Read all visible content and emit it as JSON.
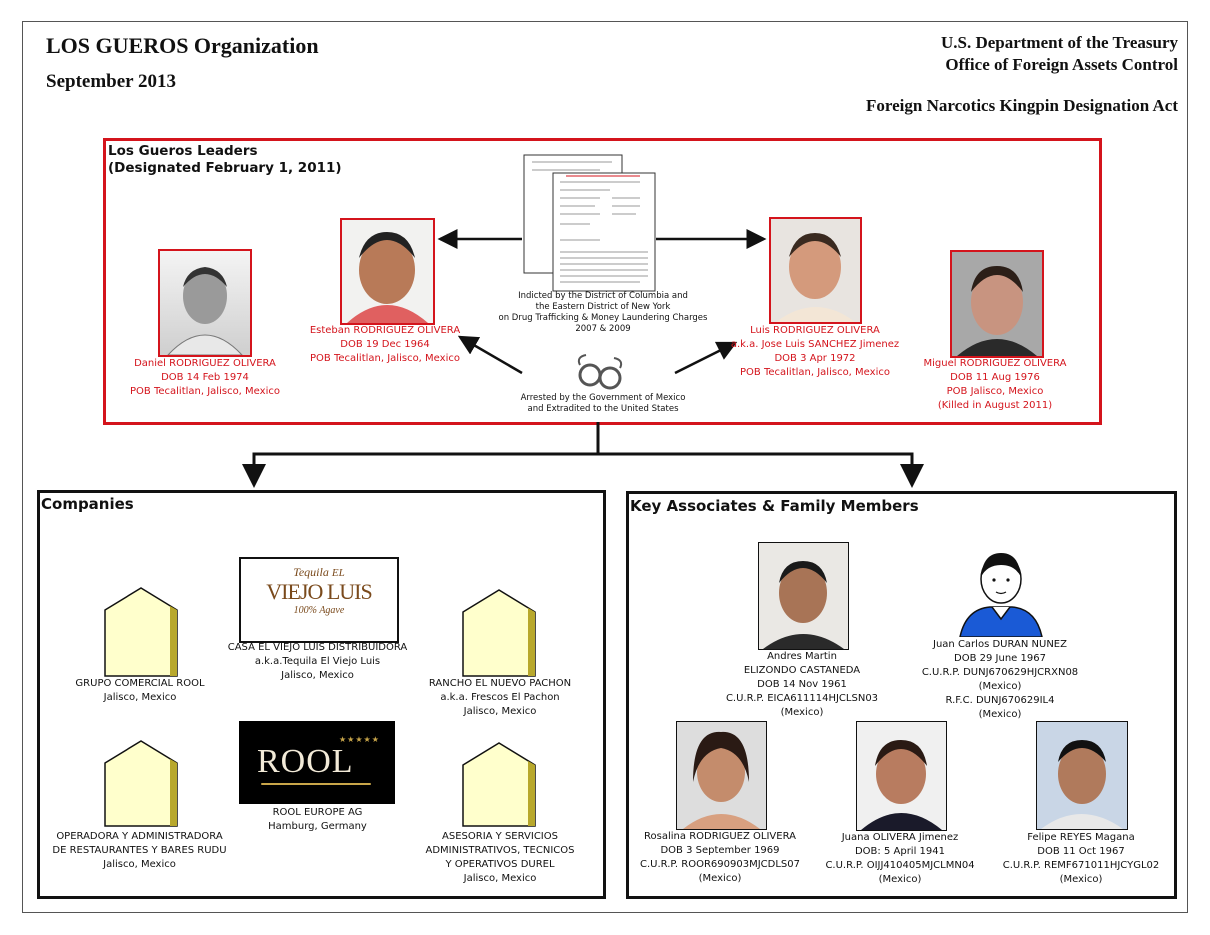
{
  "header": {
    "title": "LOS GUEROS Organization",
    "date": "September 2013",
    "agency1": "U.S. Department of the Treasury",
    "agency2": "Office of Foreign Assets Control",
    "act": "Foreign Narcotics Kingpin Designation Act"
  },
  "leaders": {
    "title1": "Los Gueros Leaders",
    "title2": "(Designated February 1, 2011)",
    "indictment": [
      "Indicted by the District of Columbia and",
      "the Eastern District of New York",
      "on Drug Trafficking & Money Laundering Charges",
      "2007 & 2009"
    ],
    "arrest": [
      "Arrested by the Government of Mexico",
      "and Extradited to the United States"
    ],
    "people": [
      {
        "lines": [
          "Daniel RODRIGUEZ OLIVERA",
          "DOB 14 Feb 1974",
          "POB Tecalitlan, Jalisco, Mexico"
        ]
      },
      {
        "lines": [
          "Esteban RODRIGUEZ OLIVERA",
          "DOB 19 Dec 1964",
          "POB Tecalitlan, Jalisco, Mexico"
        ]
      },
      {
        "lines": [
          "Luis RODRIGUEZ OLIVERA",
          "a.k.a. Jose Luis SANCHEZ Jimenez",
          "DOB 3 Apr 1972",
          "POB Tecalitlan, Jalisco, Mexico"
        ]
      },
      {
        "lines": [
          "Miguel RODRIGUEZ OLIVERA",
          "DOB 11 Aug 1976",
          "POB Jalisco, Mexico",
          "(Killed in August 2011)"
        ]
      }
    ]
  },
  "companies": {
    "title": "Companies",
    "logo1": {
      "tequila": "Tequila",
      "el": "EL",
      "brand": "VIEJO LUIS",
      "tag": "100% Agave"
    },
    "logo2": {
      "brand": "ROOL"
    },
    "items": [
      {
        "lines": [
          "GRUPO COMERCIAL ROOL",
          "Jalisco, Mexico"
        ]
      },
      {
        "lines": [
          "CASA EL VIEJO LUIS DISTRIBUIDORA",
          "a.k.a.Tequila El Viejo Luis",
          "Jalisco, Mexico"
        ]
      },
      {
        "lines": [
          "RANCHO EL NUEVO PACHON",
          "a.k.a. Frescos El Pachon",
          "Jalisco, Mexico"
        ]
      },
      {
        "lines": [
          "OPERADORA Y ADMINISTRADORA",
          "DE RESTAURANTES Y BARES RUDU",
          "Jalisco, Mexico"
        ]
      },
      {
        "lines": [
          "ROOL EUROPE AG",
          "Hamburg, Germany"
        ]
      },
      {
        "lines": [
          "ASESORIA Y SERVICIOS",
          "ADMINISTRATIVOS, TECNICOS",
          "Y OPERATIVOS DUREL",
          "Jalisco, Mexico"
        ]
      }
    ]
  },
  "associates": {
    "title": "Key Associates & Family Members",
    "people": [
      {
        "lines": [
          "Andres Martin",
          "ELIZONDO CASTANEDA",
          "DOB 14 Nov 1961",
          "C.U.R.P. EICA611114HJCLSN03",
          "(Mexico)"
        ]
      },
      {
        "lines": [
          "Juan Carlos DURAN NUNEZ",
          "DOB 29 June 1967",
          "C.U.R.P. DUNJ670629HJCRXN08",
          "(Mexico)",
          "R.F.C. DUNJ670629IL4",
          "(Mexico)"
        ]
      },
      {
        "lines": [
          "Rosalina RODRIGUEZ OLIVERA",
          "DOB 3 September 1969",
          "C.U.R.P. ROOR690903MJCDLS07",
          "(Mexico)"
        ]
      },
      {
        "lines": [
          "Juana OLIVERA Jimenez",
          "DOB: 5 April 1941",
          "C.U.R.P. OIJJ410405MJCLMN04",
          "(Mexico)"
        ]
      },
      {
        "lines": [
          "Felipe REYES Magana",
          "DOB 11 Oct 1967",
          "C.U.R.P. REMF671011HJCYGL02",
          "(Mexico)"
        ]
      }
    ]
  },
  "colors": {
    "red": "#d4141c",
    "house": "#ffffcc",
    "house_side": "#b8a82c"
  }
}
